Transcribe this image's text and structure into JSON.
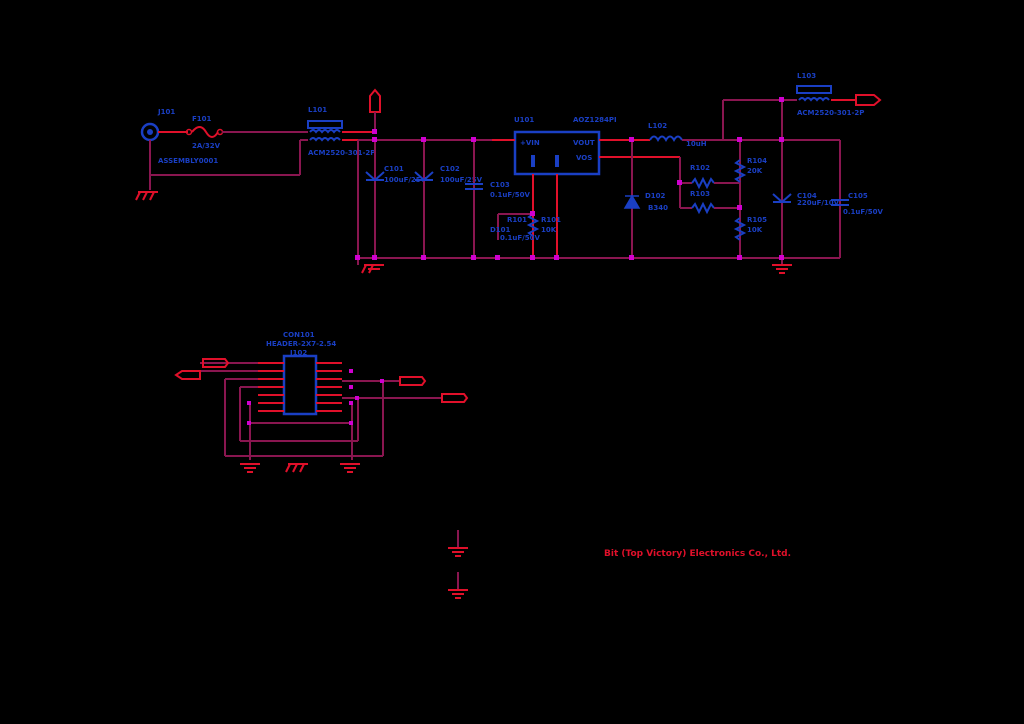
{
  "labels": {
    "j_dc": "J101",
    "j_dc_part": "ASSEMBLY0001",
    "fuse": "F101",
    "fuse_part": "2A/32V",
    "ferrite_in": "L101",
    "ferrite_in_part": "ACM2520-301-2P",
    "c_in1": "C101",
    "c_in1_val": "100uF/25V",
    "c_in2": "C102",
    "c_in2_val": "100uF/25V",
    "c_in3": "C103",
    "c_in3_val": "0.1uF/50V",
    "d_tvs": "D101",
    "r_en": "R101",
    "r_en_val": "10K",
    "r_en_part": "0.1uF/50V",
    "ic": "U101",
    "ic_part": "AOZ1284PI",
    "ic_vin": "+VIN",
    "ic_vout": "VOUT",
    "ic_fb": "VOS",
    "l_out": "L102",
    "l_out_val": "10uH",
    "d_out": "D102",
    "d_out_val": "B340",
    "r_fb1": "R102",
    "r_fb2": "R103",
    "r_fb3": "R104",
    "r_fb3_val": "20K",
    "r_fb4": "R105",
    "r_fb4_val": "10K",
    "c_out1": "C104",
    "c_out1_val": "220uF/10V",
    "c_out2": "C105",
    "c_out2_val": "0.1uF/50V",
    "ferrite_out": "L103",
    "ferrite_out_part": "ACM2520-301-2P",
    "conn": "CON101",
    "conn_part": "HEADER-2X7-2.54",
    "conn_ref": "J102",
    "footer": "Bit (Top Victory) Electronics Co., Ltd."
  },
  "colors": {
    "background": "#000000",
    "wire": "#8a1650",
    "wire_red": "#e0102a",
    "component": "#1a3fc4",
    "junction": "#d000d0",
    "port": "#e0102a"
  }
}
